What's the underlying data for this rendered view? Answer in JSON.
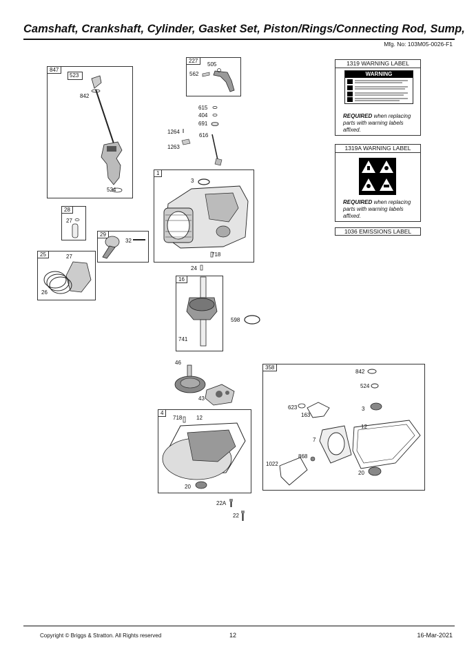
{
  "header": {
    "title": "Camshaft, Crankshaft, Cylinder, Gasket Set, Piston/Rings/Connecting Rod, Sump,",
    "mfg_no": "Mfg. No: 103M05-0026-F1"
  },
  "boxes": {
    "b847": "847",
    "b227": "227",
    "b1": "1",
    "b28": "28",
    "b29": "29",
    "b25": "25",
    "b16": "16",
    "b358": "358",
    "b4": "4"
  },
  "parts": {
    "p523": "523",
    "p842a": "842",
    "p524a": "524",
    "p505": "505",
    "p562": "562",
    "p615": "615",
    "p404": "404",
    "p691": "691",
    "p1264": "1264",
    "p616": "616",
    "p1263": "1263",
    "p3a": "3",
    "p718a": "718",
    "p24": "24",
    "p27a": "27",
    "p32": "32",
    "p27b": "27",
    "p26": "26",
    "p598": "598",
    "p741": "741",
    "p46": "46",
    "p43": "43",
    "p718b": "718",
    "p12a": "12",
    "p20a": "20",
    "p22A": "22A",
    "p22": "22",
    "p842b": "842",
    "p524b": "524",
    "p623": "623",
    "p163": "163",
    "p3b": "3",
    "p12b": "12",
    "p7": "7",
    "p868": "868",
    "p1022": "1022",
    "p20b": "20"
  },
  "labels": {
    "w1319_title": "1319 WARNING LABEL",
    "w1319a_title": "1319A WARNING LABEL",
    "emissions_title": "1036 EMISSIONS LABEL",
    "required_bold": "REQUIRED",
    "required_text": " when replacing parts with warning labels affixed.",
    "warning_word": "WARNING"
  },
  "footer": {
    "copyright": "Copyright ©  Briggs & Stratton. All Rights reserved",
    "page": "12",
    "date": "16-Mar-2021"
  },
  "colors": {
    "ink": "#111111",
    "label_black": "#000000"
  }
}
